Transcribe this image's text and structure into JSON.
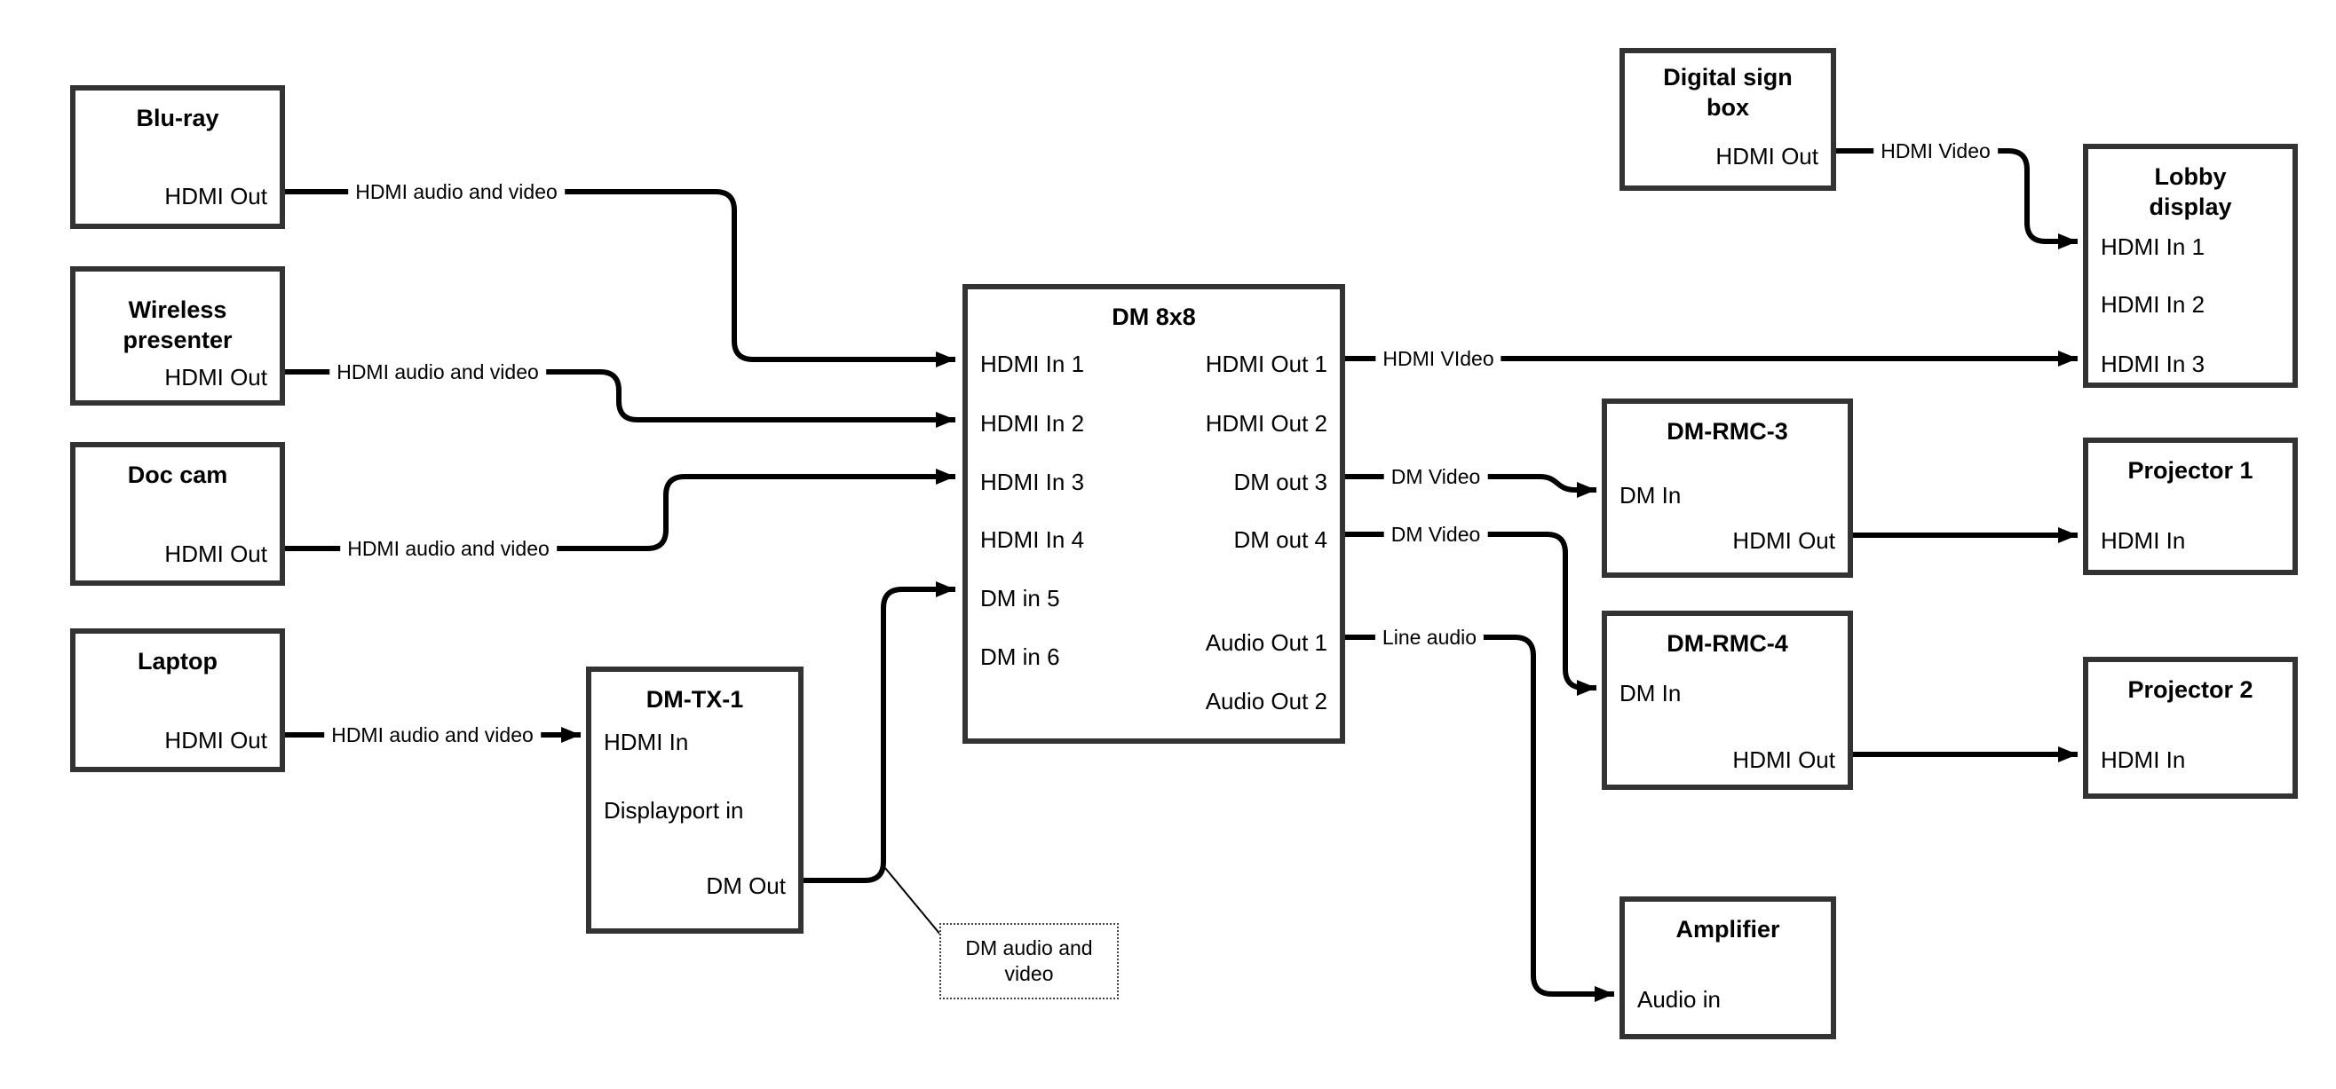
{
  "colors": {
    "wire": "#000000",
    "box_border": "#333333",
    "background": "#ffffff",
    "text": "#000000"
  },
  "nodes": {
    "bluray": {
      "title": "Blu-ray",
      "port_hdmi_out": "HDMI Out"
    },
    "wireless_presenter": {
      "title": "Wireless presenter",
      "port_hdmi_out": "HDMI Out"
    },
    "doc_cam": {
      "title": "Doc cam",
      "port_hdmi_out": "HDMI Out"
    },
    "laptop": {
      "title": "Laptop",
      "port_hdmi_out": "HDMI Out"
    },
    "dm_tx_1": {
      "title": "DM-TX-1",
      "port_hdmi_in": "HDMI In",
      "port_displayport_in": "Displayport in",
      "port_dm_out": "DM Out"
    },
    "dm_8x8": {
      "title": "DM 8x8",
      "inputs": [
        "HDMI In 1",
        "HDMI In 2",
        "HDMI In 3",
        "HDMI In 4",
        "DM in 5",
        "DM in 6"
      ],
      "outputs": [
        "HDMI Out 1",
        "HDMI Out 2",
        "DM out 3",
        "DM out 4",
        "Audio Out 1",
        "Audio Out 2"
      ]
    },
    "digital_sign_box": {
      "title": "Digital sign box",
      "port_hdmi_out": "HDMI Out"
    },
    "lobby_display": {
      "title": "Lobby display",
      "inputs": [
        "HDMI In 1",
        "HDMI In 2",
        "HDMI In 3"
      ]
    },
    "dm_rmc_3": {
      "title": "DM-RMC-3",
      "port_dm_in": "DM In",
      "port_hdmi_out": "HDMI Out"
    },
    "projector_1": {
      "title": "Projector 1",
      "port_hdmi_in": "HDMI In"
    },
    "dm_rmc_4": {
      "title": "DM-RMC-4",
      "port_dm_in": "DM In",
      "port_hdmi_out": "HDMI Out"
    },
    "projector_2": {
      "title": "Projector 2",
      "port_hdmi_in": "HDMI In"
    },
    "amplifier": {
      "title": "Amplifier",
      "port_audio_in": "Audio in"
    }
  },
  "wire_labels": {
    "bluray_to_dm8x8": "HDMI audio and video",
    "wireless_to_dm8x8": "HDMI audio and video",
    "doccam_to_dm8x8": "HDMI audio and video",
    "laptop_to_dmtx1": "HDMI audio and video",
    "hdmi_out_1": "HDMI VIdeo",
    "digital_sign_to_lobby": "HDMI Video",
    "dm_out_3": "DM Video",
    "dm_out_4": "DM Video",
    "audio_out_1": "Line audio"
  },
  "note": {
    "dm_tx_wire": "DM audio and video"
  }
}
